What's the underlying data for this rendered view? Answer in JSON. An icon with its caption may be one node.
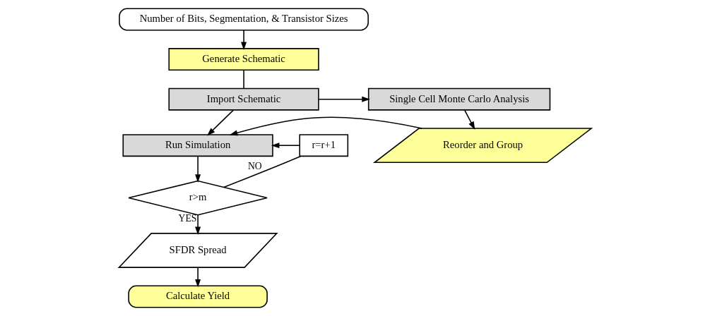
{
  "diagram": {
    "nodes": [
      {
        "text": [
          "Number of Bits, Segmentation, & Transistor Sizes"
        ]
      },
      {
        "text": [
          "Generate Schematic"
        ]
      },
      {
        "text": [
          "Import Schematic"
        ]
      },
      {
        "text": [
          "Single Cell Monte Carlo Analysis"
        ]
      },
      {
        "text": [
          "Run Simulation"
        ]
      },
      {
        "text": [
          "Reorder and Group"
        ]
      },
      {
        "text": [
          "r=r+1"
        ]
      },
      {
        "text": [
          "r>m"
        ]
      },
      {
        "text": [
          "SFDR Spread"
        ]
      },
      {
        "text": [
          "Calculate Yield"
        ]
      }
    ],
    "edges": [
      {
        "from": 0,
        "to": 1,
        "arrow": "to"
      },
      {
        "from": 1,
        "to": 2,
        "arrow": "none"
      },
      {
        "from": 2,
        "to": 3,
        "arrow": "to"
      },
      {
        "from": 2,
        "to": 4,
        "arrow": "to"
      },
      {
        "from": 3,
        "to": 5,
        "arrow": "to"
      },
      {
        "from": 5,
        "to": 4,
        "arrow": "to"
      },
      {
        "from": 6,
        "to": 4,
        "arrow": "to"
      },
      {
        "from": 4,
        "to": 7,
        "arrow": "to"
      },
      {
        "from": 7,
        "to": 6,
        "arrow": "none",
        "label": "NO"
      },
      {
        "from": 7,
        "to": 8,
        "arrow": "to",
        "label": "YES"
      },
      {
        "from": 8,
        "to": 9,
        "arrow": "to"
      }
    ]
  }
}
